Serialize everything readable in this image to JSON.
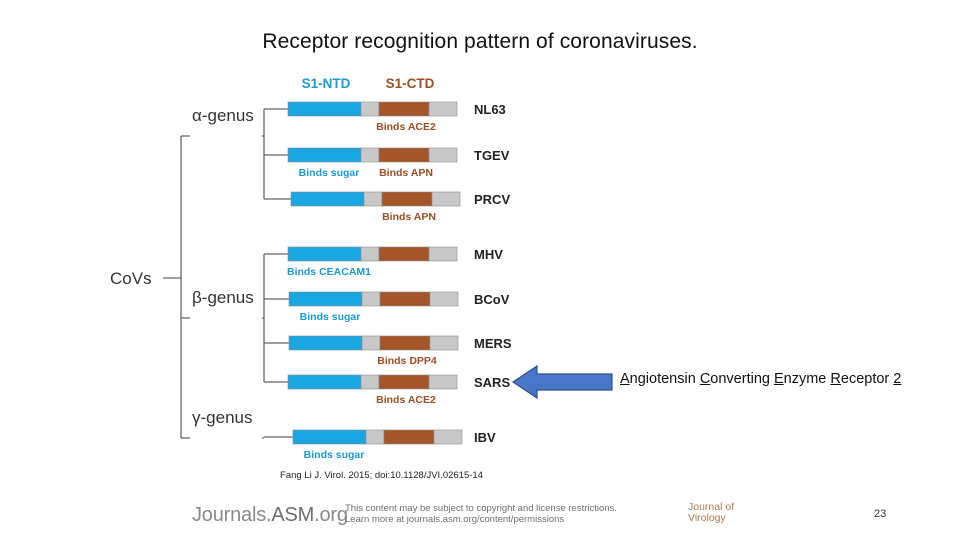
{
  "title": "Receptor recognition pattern of coronaviruses.",
  "colors": {
    "ntd": "#1aa6e0",
    "ctd": "#a4562a",
    "spacer": "#c8c8c8",
    "label_blue": "#1a9ad6",
    "label_brown": "#9b4f23",
    "tree": "#666666",
    "arrow_fill": "#4a76c9",
    "arrow_stroke": "#2c4f8f"
  },
  "header": {
    "ntd": "S1-NTD",
    "ctd": "S1-CTD"
  },
  "root": "CoVs",
  "genera": [
    "α-genus",
    "β-genus",
    "γ-genus"
  ],
  "viruses": [
    {
      "name": "NL63",
      "genus": "α-genus",
      "ntd_label": "",
      "ctd_label": "Binds ACE2"
    },
    {
      "name": "TGEV",
      "genus": "α-genus",
      "ntd_label": "Binds sugar",
      "ctd_label": "Binds APN"
    },
    {
      "name": "PRCV",
      "genus": "α-genus",
      "ntd_label": "",
      "ctd_label": "Binds APN"
    },
    {
      "name": "MHV",
      "genus": "β-genus",
      "ntd_label": "Binds CEACAM1",
      "ctd_label": ""
    },
    {
      "name": "BCoV",
      "genus": "β-genus",
      "ntd_label": "Binds sugar",
      "ctd_label": ""
    },
    {
      "name": "MERS",
      "genus": "β-genus",
      "ntd_label": "",
      "ctd_label": "Binds DPP4"
    },
    {
      "name": "SARS",
      "genus": "β-genus",
      "ntd_label": "",
      "ctd_label": "Binds ACE2"
    },
    {
      "name": "IBV",
      "genus": "γ-genus",
      "ntd_label": "Binds sugar",
      "ctd_label": ""
    }
  ],
  "callout": {
    "words": [
      {
        "cap": "A",
        "rest": "ngiotensin"
      },
      {
        "cap": "C",
        "rest": "onverting"
      },
      {
        "cap": "E",
        "rest": "nzyme"
      },
      {
        "cap": "R",
        "rest": "eceptor"
      },
      {
        "cap": "2",
        "rest": ""
      }
    ]
  },
  "citation": "Fang Li J. Virol. 2015; doi:10.1128/JVI.02615-14",
  "footer": {
    "logo_a": "Journals.",
    "logo_b": "ASM",
    "logo_c": ".org",
    "notice_1": "This content may be subject to copyright and license restrictions.",
    "notice_2": "Learn more at journals.asm.org/content/permissions",
    "journal": "Journal of Virology"
  },
  "page_number": "23"
}
